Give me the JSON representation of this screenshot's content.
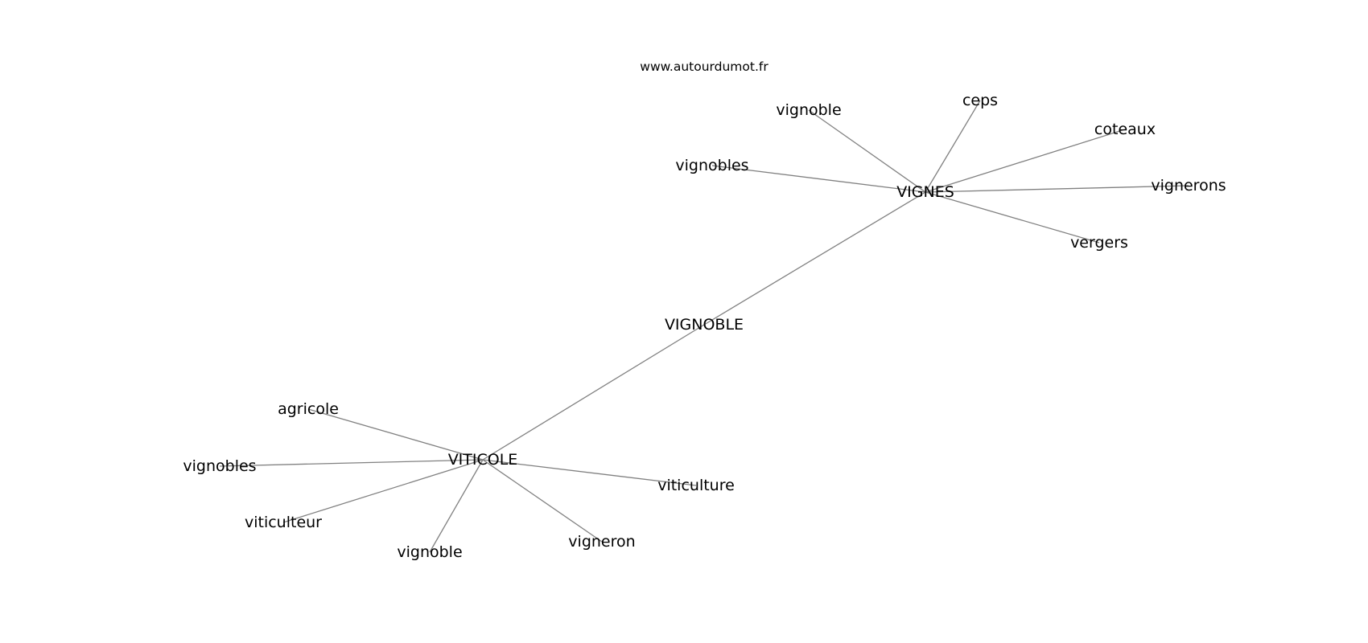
{
  "site": "www.autourdumot.fr",
  "graph": {
    "center": "VIGNOBLE",
    "hubs": [
      {
        "label": "VIGNES",
        "neighbors": [
          "vignoble",
          "ceps",
          "coteaux",
          "vignobles",
          "vignerons",
          "vergers"
        ]
      },
      {
        "label": "VITICOLE",
        "neighbors": [
          "agricole",
          "vignobles",
          "viticulteur",
          "vignoble",
          "vigneron",
          "viticulture"
        ]
      }
    ],
    "edges": [
      [
        "VIGNOBLE",
        "VIGNES"
      ],
      [
        "VIGNOBLE",
        "VITICOLE"
      ]
    ]
  }
}
